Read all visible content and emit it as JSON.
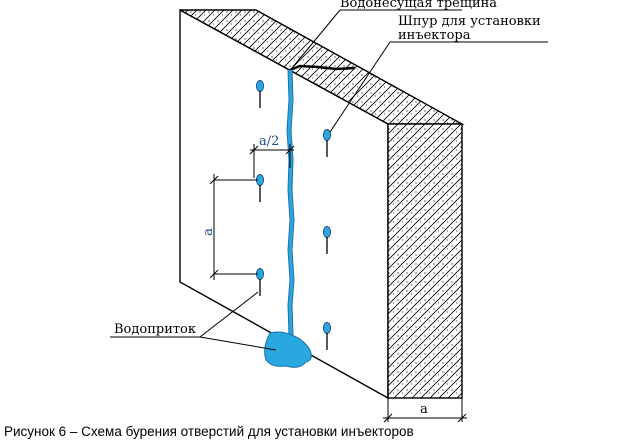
{
  "labels": {
    "crack": "Водонесущая трещина",
    "borehole_line1": "Шпур для установки",
    "borehole_line2": "инъектора",
    "water_inflow": "Водоприток",
    "half_spacing": "a/2",
    "spacing": "a",
    "wall_thickness": "a"
  },
  "caption": "Рисунок 6 – Схема бурения отверстий для установки инъекторов",
  "colors": {
    "water": "#29a8e0",
    "water_outline": "#1f6fa8",
    "line": "#000000"
  }
}
